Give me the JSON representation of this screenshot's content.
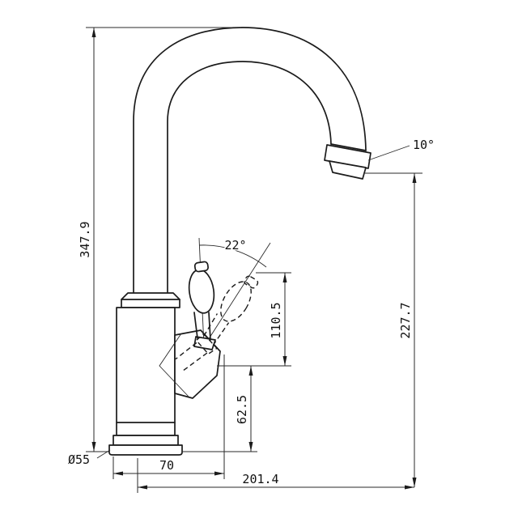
{
  "drawing": {
    "background": "#ffffff",
    "line_color": "#1b1b1b",
    "subject": "kitchen-mixer-tap-dimension-drawing",
    "labels": {
      "overall_height": "347.9",
      "outlet_height": "227.7",
      "handle_top_height": "110.5",
      "handle_pivot_height": "62.5",
      "base_diameter": "Ø55",
      "pivot_offset": "70",
      "spout_reach": "201.4",
      "outlet_angle": "10°",
      "handle_swing": "22°"
    }
  }
}
